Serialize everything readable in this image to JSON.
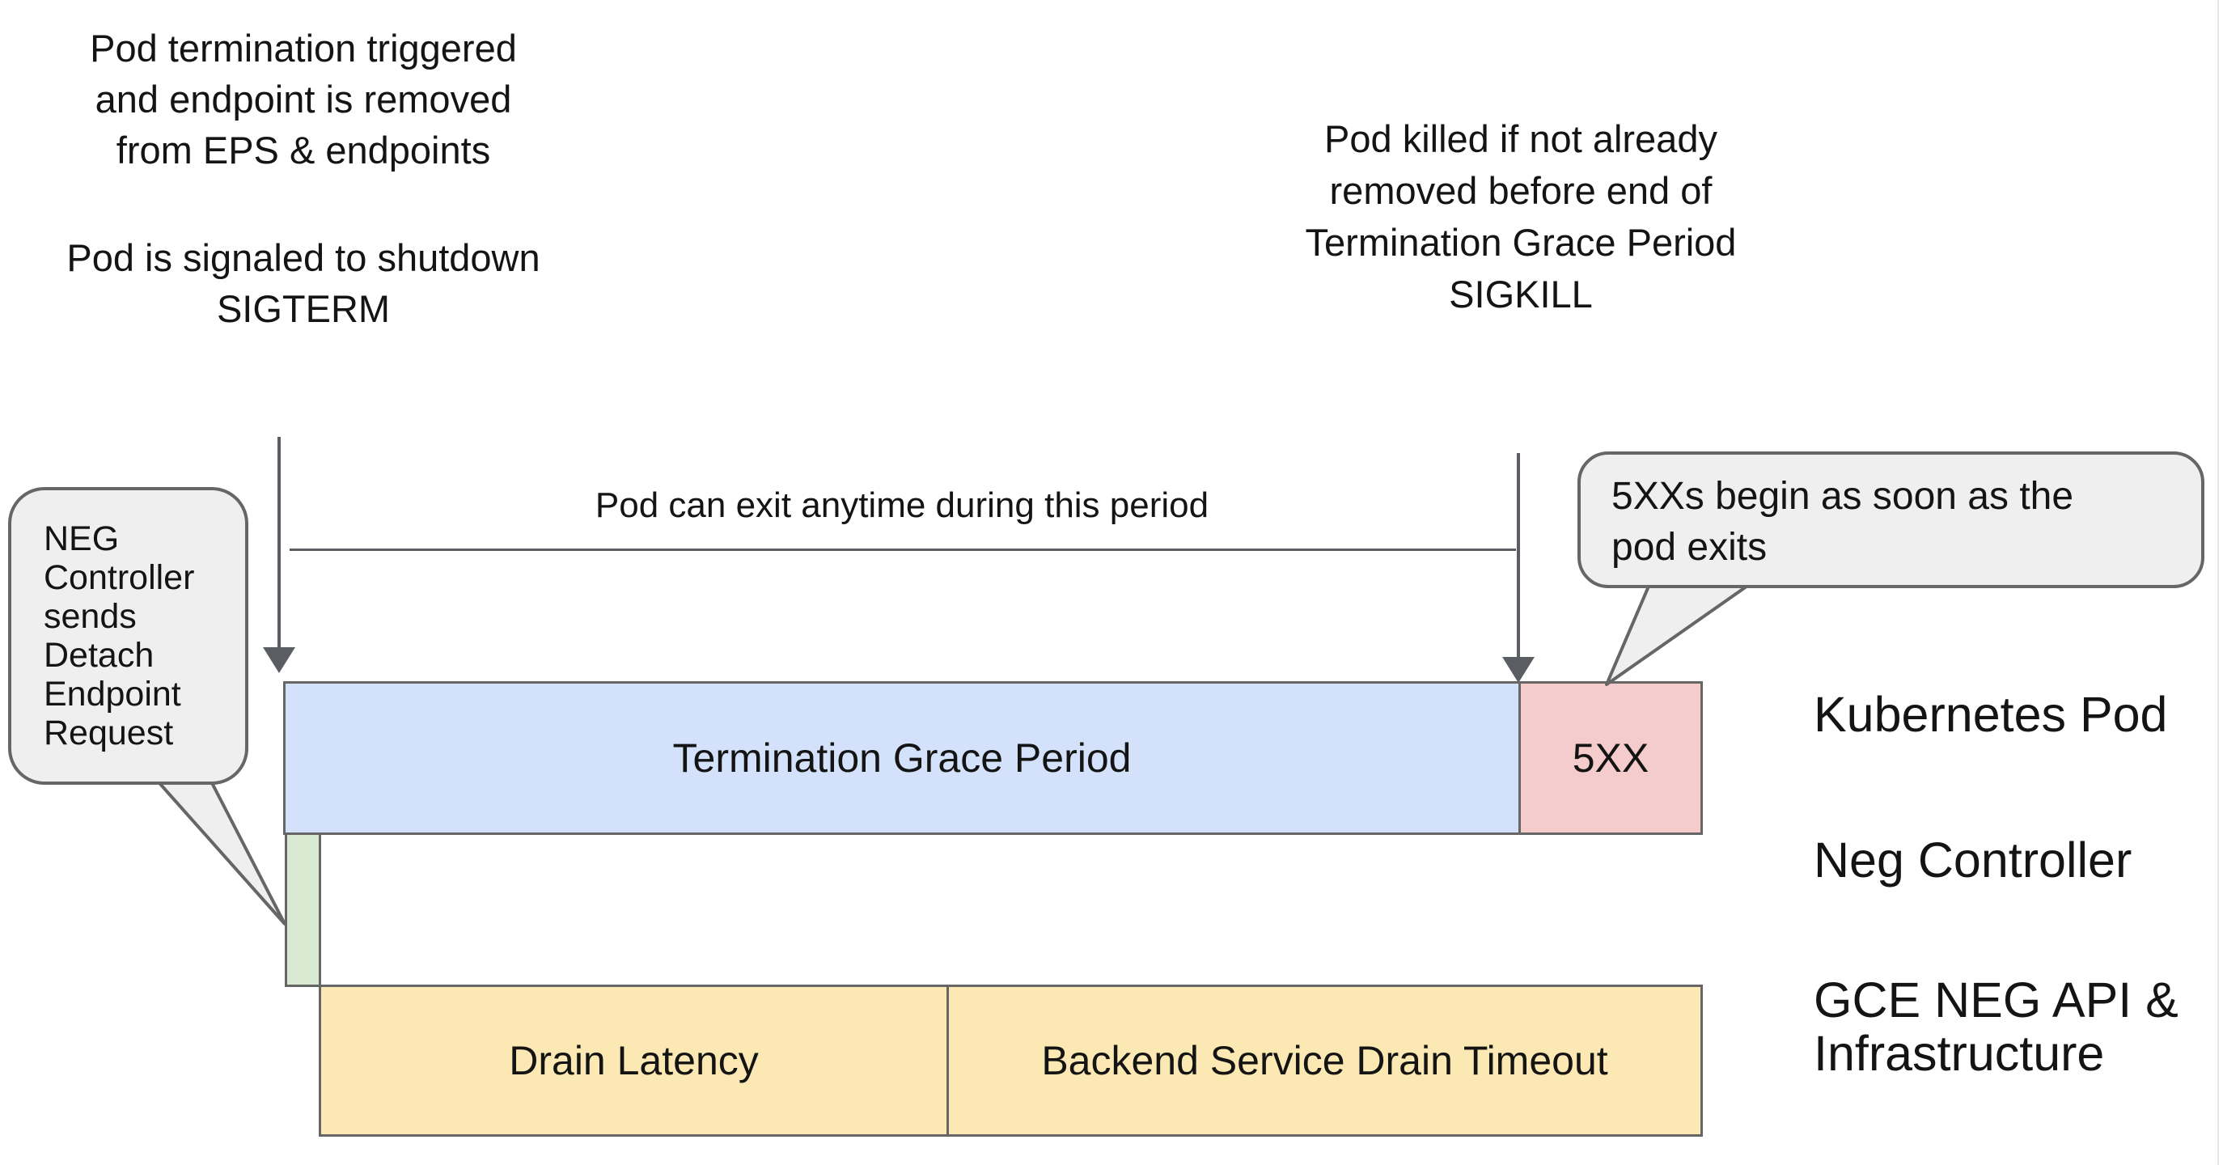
{
  "annotations": {
    "top_left_p1": "Pod termination triggered\nand endpoint is removed\nfrom EPS & endpoints",
    "top_left_p2": "Pod is signaled to shutdown\nSIGTERM",
    "top_right": "Pod killed if not already\nremoved before end of\nTermination Grace Period\nSIGKILL",
    "period_note": "Pod can exit anytime during this period"
  },
  "bubbles": {
    "neg_controller": "NEG\nController\nsends\nDetach\nEndpoint\nRequest",
    "five_xx": "5XXs begin as soon as the\npod exits"
  },
  "timeline": {
    "kubernetes_pod_row": {
      "grace_bar_label": "Termination Grace Period",
      "error_bar_label": "5XX"
    },
    "neg_controller_row": {
      "detach_bar_label": ""
    },
    "gce_row": {
      "drain_latency_label": "Drain Latency",
      "backend_drain_label": "Backend Service Drain Timeout"
    }
  },
  "row_labels": {
    "row1": "Kubernetes Pod",
    "row2": "Neg Controller",
    "row3": "GCE NEG API &\nInfrastructure"
  },
  "colors": {
    "bar-blue": "#d3e2fa",
    "bar-pink": "#f5cccc",
    "bar-green": "#d9ead3",
    "bar-yellow": "#fce8b2",
    "bubble-fill": "#efefef",
    "shape-border": "#666666",
    "line": "#5a5d61",
    "text": "#141414",
    "canvas-edge": "#e4e7ea"
  }
}
